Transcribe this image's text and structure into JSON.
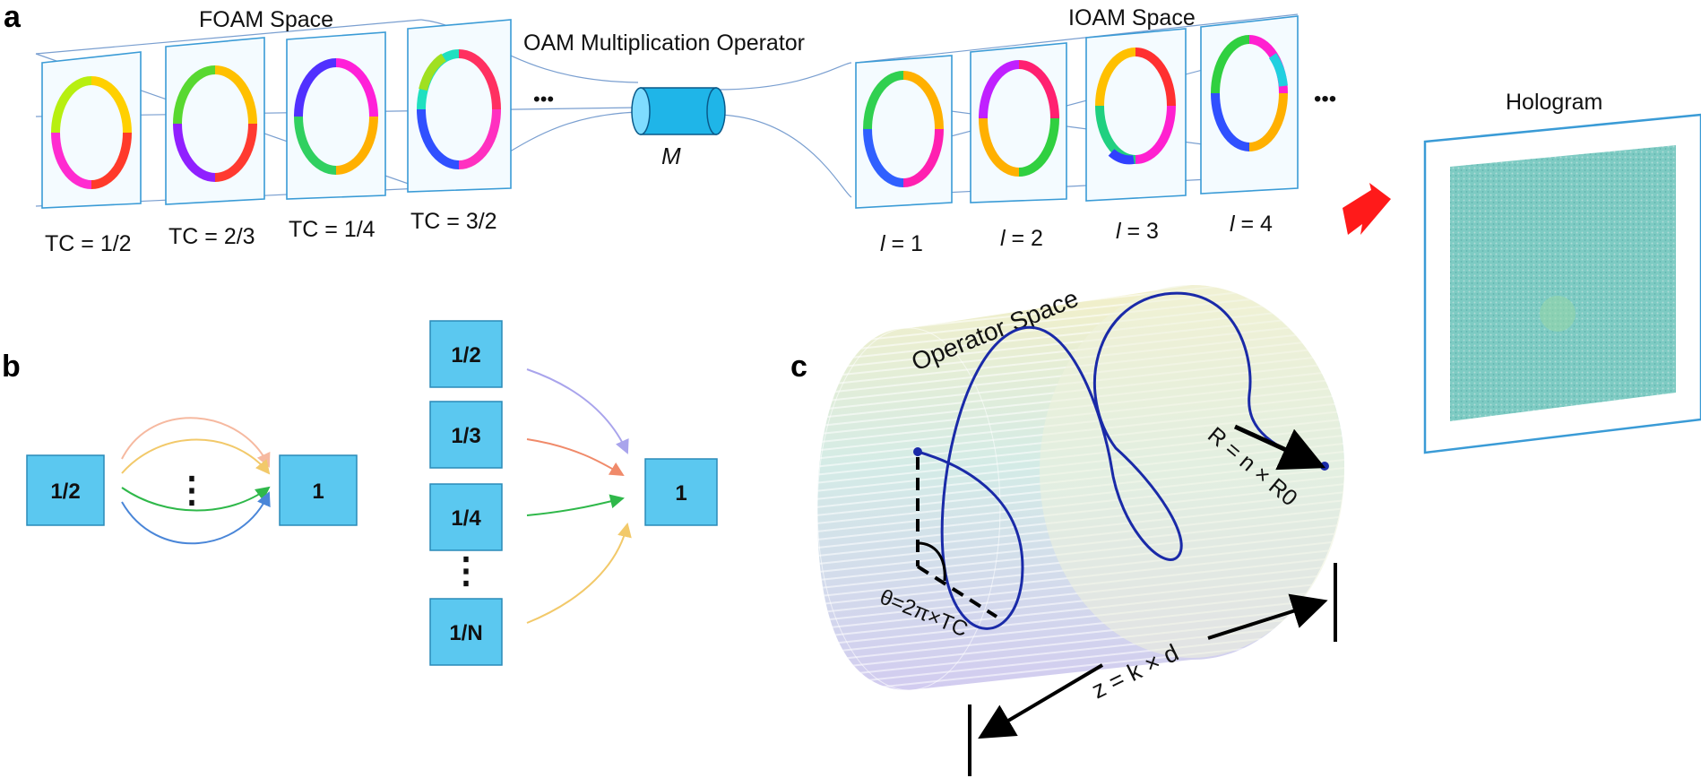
{
  "panels": {
    "a": "a",
    "b": "b",
    "c": "c"
  },
  "panel_a": {
    "foam_space": "FOAM Space",
    "operator_title": "OAM Multiplication Operator",
    "operator_symbol": "M",
    "ioam_space": "IOAM Space",
    "hologram": "Hologram",
    "ellipsis": "•••",
    "foam_frames": [
      {
        "label": "TC = 1/2"
      },
      {
        "label": "TC = 2/3"
      },
      {
        "label": "TC = 1/4"
      },
      {
        "label": "TC = 3/2"
      }
    ],
    "ioam_frames": [
      {
        "label_var": "l",
        "label_rest": " = 1"
      },
      {
        "label_var": "l",
        "label_rest": " = 2"
      },
      {
        "label_var": "l",
        "label_rest": " = 3"
      },
      {
        "label_var": "l",
        "label_rest": " = 4"
      }
    ]
  },
  "panel_b": {
    "left_source": "1/2",
    "left_target": "1",
    "left_dots": "⋮",
    "right_sources": [
      "1/2",
      "1/3",
      "1/4",
      "1/N"
    ],
    "right_dots": "⋮",
    "right_target": "1",
    "arrow_colors": [
      "#f6b9a0",
      "#f2c96a",
      "#2fb84a",
      "#4a86d8"
    ],
    "right_arrow_colors": [
      "#a9a4ec",
      "#f08a6a",
      "#2fb84a",
      "#f2c96a"
    ]
  },
  "panel_c": {
    "operator_space": "Operator Space",
    "theta_formula": "θ=2π×TC",
    "radius_formula": "R = n × R0",
    "z_formula": "z = k × d"
  },
  "colors": {
    "box_fill": "#5bc8f0",
    "frame_stroke": "#3a9bd6",
    "helix": "#1a2aa8",
    "red_arrow": "#ff1a1a"
  }
}
